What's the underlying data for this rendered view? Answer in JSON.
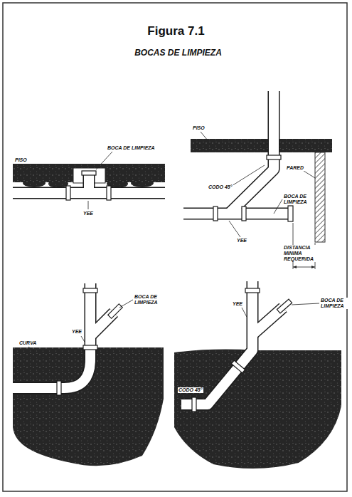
{
  "diagram": {
    "title": "Figura 7.1",
    "labels": [
      "BOCAS DE LIMPIEZA",
      "PISO",
      "BOCA DE LIMPIEZA",
      "YEE",
      "PISO",
      "CODO 45°",
      "PARED",
      "BOCA DE LIMPIEZA",
      "YEE",
      "DISTANCIA MINIMA REQUERIDA",
      "YEE",
      "BOCA DE LIMPIEZA",
      "CURVA",
      "YEE",
      "BOCA DE LIMPIEZA",
      "CODO 45°"
    ]
  }
}
